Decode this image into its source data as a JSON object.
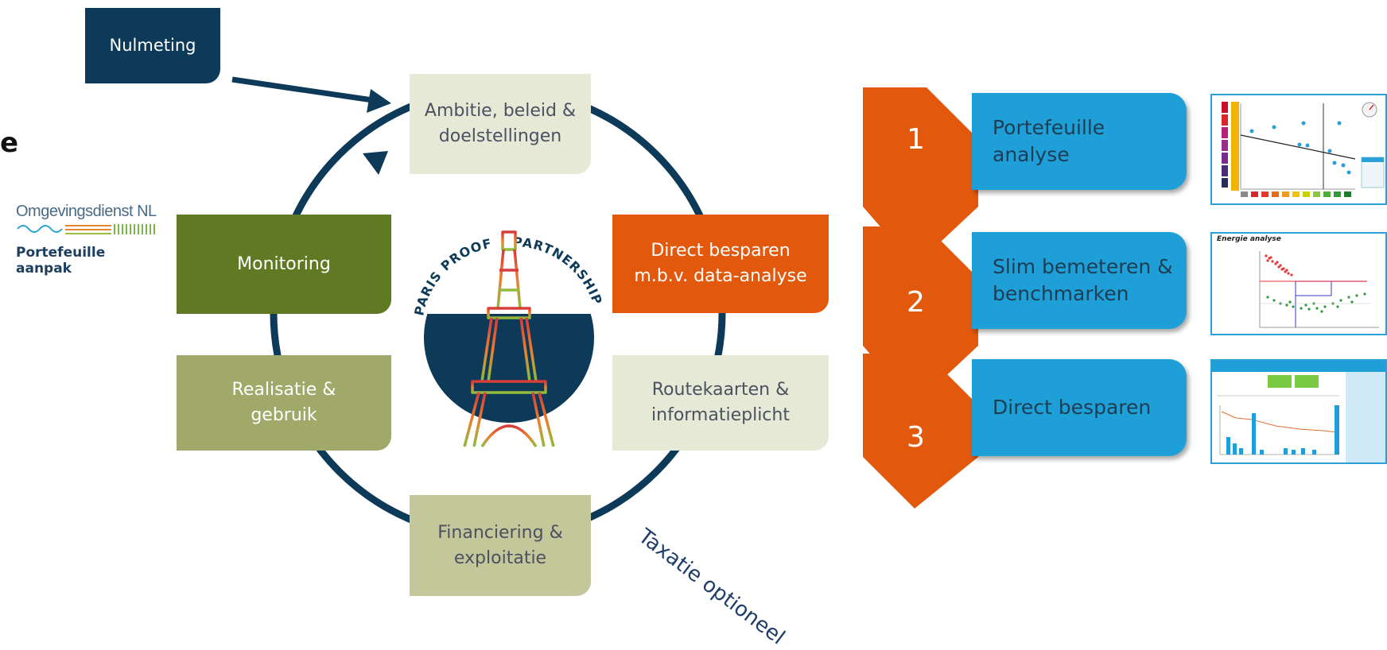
{
  "left_fragment": "e",
  "logo": {
    "name": "Omgevingsdienst NL",
    "subtitle": "Portefeuille aanpak"
  },
  "cycle": {
    "nulmeting": "Nulmeting",
    "ambitie": "Ambitie, beleid &\ndoelstellingen",
    "direct": "Direct besparen\nm.b.v. data-analyse",
    "routekaarten": "Routekaarten &\ninformatieplicht",
    "financiering": "Financiering &\nexploitatie",
    "realisatie": "Realisatie &\ngebruik",
    "monitoring": "Monitoring",
    "taxatie": "Taxatie optioneel"
  },
  "emblem": {
    "top_left": "PARIS PROOF",
    "top_right": "PARTNERSHIP"
  },
  "steps": [
    {
      "number": "1",
      "label": "Portefeuille\n  analyse"
    },
    {
      "number": "2",
      "label": "Slim bemeteren &\n  benchmarken"
    },
    {
      "number": "3",
      "label": "Direct besparen"
    }
  ],
  "thumbnails": {
    "energie_title": "Energie analyse"
  },
  "colors": {
    "navy": "#0e3a59",
    "beige": "#e6e9d6",
    "olive_dark": "#5f7a22",
    "olive_light": "#a0a86a",
    "sage": "#c3c79a",
    "orange": "#e2590d",
    "blue": "#1e9fd8"
  }
}
